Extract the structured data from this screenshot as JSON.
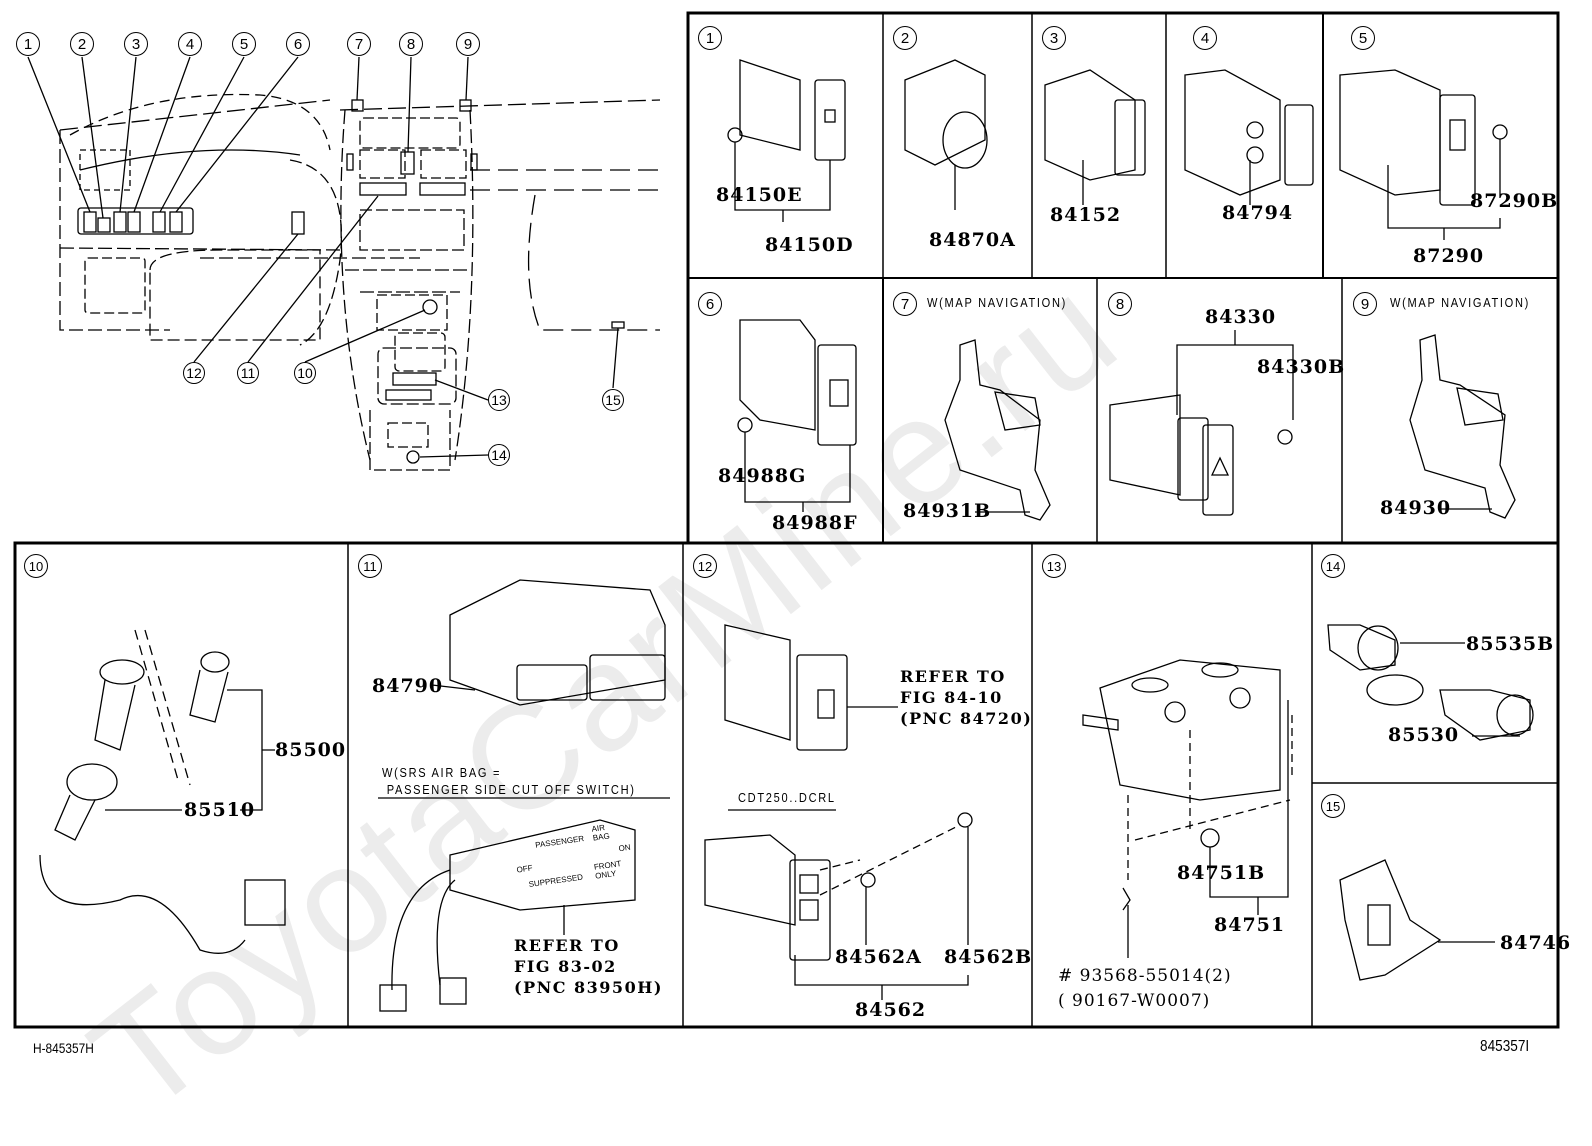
{
  "watermark": "ToyotaCarMine.ru",
  "overview": {
    "callouts": [
      "1",
      "2",
      "3",
      "4",
      "5",
      "6",
      "7",
      "8",
      "9",
      "10",
      "11",
      "12",
      "13",
      "14",
      "15"
    ]
  },
  "panels": [
    {
      "id": "1",
      "parts": [
        "84150E",
        "84150D"
      ]
    },
    {
      "id": "2",
      "parts": [
        "84870A"
      ]
    },
    {
      "id": "3",
      "parts": [
        "84152"
      ]
    },
    {
      "id": "4",
      "parts": [
        "84794"
      ]
    },
    {
      "id": "5",
      "parts": [
        "87290B",
        "87290"
      ]
    },
    {
      "id": "6",
      "parts": [
        "84988G",
        "84988F"
      ]
    },
    {
      "id": "7",
      "condition": "W(MAP NAVIGATION)",
      "parts": [
        "84931B"
      ]
    },
    {
      "id": "8",
      "parts": [
        "84330",
        "84330B"
      ]
    },
    {
      "id": "9",
      "condition": "W(MAP NAVIGATION)",
      "parts": [
        "84930"
      ]
    },
    {
      "id": "10",
      "parts": [
        "85500",
        "85510"
      ]
    },
    {
      "id": "11",
      "parts": [
        "84790"
      ],
      "condition": "W(SRS AIR BAG =\n PASSENGER SIDE CUT OFF SWITCH)",
      "note": "REFER TO\nFIG 83-02\n(PNC 83950H)",
      "label_text": {
        "passenger": "PASSENGER",
        "airbag": "AIR BAG",
        "off": "OFF",
        "on": "ON",
        "suppressed": "SUPPRESSED",
        "front_only": "FRONT ONLY"
      }
    },
    {
      "id": "12",
      "note": "REFER TO\nFIG 84-10\n(PNC 84720)",
      "condition": "CDT250..DCRL",
      "parts": [
        "84562A",
        "84562B",
        "84562"
      ]
    },
    {
      "id": "13",
      "parts": [
        "84751B",
        "84751"
      ],
      "fastener": "# 93568-55014(2)",
      "fastener_alt": "( 90167-W0007)"
    },
    {
      "id": "14",
      "parts": [
        "85535B",
        "85530"
      ]
    },
    {
      "id": "15",
      "parts": [
        "84746"
      ]
    }
  ],
  "footer": {
    "left_code": "H-845357H",
    "right_code": "845357I"
  }
}
